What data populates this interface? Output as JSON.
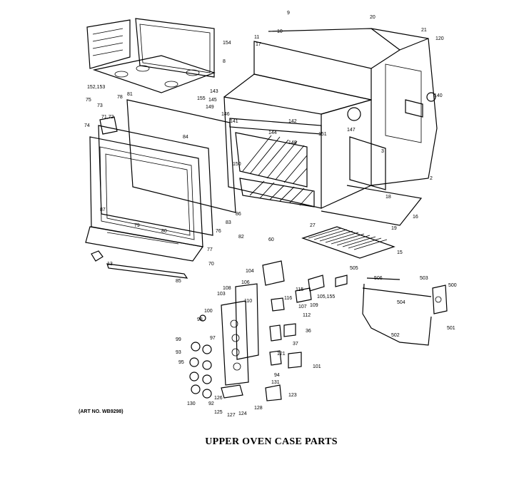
{
  "diagram": {
    "title": "UPPER OVEN CASE PARTS",
    "art_no": "(ART NO. WB9298)",
    "colors": {
      "ink": "#000000",
      "paper": "#ffffff"
    },
    "callouts": [
      {
        "id": "c154",
        "text": "154"
      },
      {
        "id": "c152",
        "text": "152,153"
      },
      {
        "id": "c155",
        "text": "155"
      },
      {
        "id": "c75",
        "text": "75"
      },
      {
        "id": "c73",
        "text": "73"
      },
      {
        "id": "c74",
        "text": "74"
      },
      {
        "id": "c71",
        "text": "71,72"
      },
      {
        "id": "c81",
        "text": "81"
      },
      {
        "id": "c78",
        "text": "78"
      },
      {
        "id": "c84",
        "text": "84"
      },
      {
        "id": "c87",
        "text": "87"
      },
      {
        "id": "c79",
        "text": "79"
      },
      {
        "id": "c80",
        "text": "80"
      },
      {
        "id": "c86",
        "text": "86"
      },
      {
        "id": "c77",
        "text": "77"
      },
      {
        "id": "c70",
        "text": "70"
      },
      {
        "id": "c85",
        "text": "85"
      },
      {
        "id": "c13",
        "text": "13"
      },
      {
        "id": "c76",
        "text": "76"
      },
      {
        "id": "c82",
        "text": "82"
      },
      {
        "id": "c83",
        "text": "83"
      },
      {
        "id": "c11",
        "text": "11"
      },
      {
        "id": "c10",
        "text": "10"
      },
      {
        "id": "c9",
        "text": "9"
      },
      {
        "id": "c17",
        "text": "17"
      },
      {
        "id": "c20",
        "text": "20"
      },
      {
        "id": "c21",
        "text": "21"
      },
      {
        "id": "c120",
        "text": "120"
      },
      {
        "id": "c8",
        "text": "8"
      },
      {
        "id": "c143",
        "text": "143"
      },
      {
        "id": "c149",
        "text": "149"
      },
      {
        "id": "c145",
        "text": "145"
      },
      {
        "id": "c146",
        "text": "146"
      },
      {
        "id": "c141",
        "text": "141"
      },
      {
        "id": "c142",
        "text": "142"
      },
      {
        "id": "c144",
        "text": "144"
      },
      {
        "id": "c147",
        "text": "147"
      },
      {
        "id": "c148",
        "text": "148"
      },
      {
        "id": "c150",
        "text": "150"
      },
      {
        "id": "c151",
        "text": "151"
      },
      {
        "id": "c3",
        "text": "3"
      },
      {
        "id": "c2",
        "text": "2"
      },
      {
        "id": "c18",
        "text": "18"
      },
      {
        "id": "c19",
        "text": "19"
      },
      {
        "id": "c16",
        "text": "16"
      },
      {
        "id": "c27",
        "text": "27"
      },
      {
        "id": "c15",
        "text": "15"
      },
      {
        "id": "c140",
        "text": "140"
      },
      {
        "id": "c60",
        "text": "60"
      },
      {
        "id": "c104",
        "text": "104"
      },
      {
        "id": "c505",
        "text": "505"
      },
      {
        "id": "c506",
        "text": "506"
      },
      {
        "id": "c503",
        "text": "503"
      },
      {
        "id": "c504",
        "text": "504"
      },
      {
        "id": "c500",
        "text": "500"
      },
      {
        "id": "c501",
        "text": "501"
      },
      {
        "id": "c502",
        "text": "502"
      },
      {
        "id": "c108",
        "text": "108"
      },
      {
        "id": "c106",
        "text": "106"
      },
      {
        "id": "c116",
        "text": "116"
      },
      {
        "id": "c115",
        "text": "115"
      },
      {
        "id": "c107",
        "text": "107"
      },
      {
        "id": "c109",
        "text": "109"
      },
      {
        "id": "c105",
        "text": "105,155"
      },
      {
        "id": "c103",
        "text": "103"
      },
      {
        "id": "c110",
        "text": "110"
      },
      {
        "id": "c112",
        "text": "112"
      },
      {
        "id": "c100",
        "text": "100"
      },
      {
        "id": "c101",
        "text": "101"
      },
      {
        "id": "c36",
        "text": "36"
      },
      {
        "id": "c37",
        "text": "37"
      },
      {
        "id": "c121",
        "text": "121"
      },
      {
        "id": "c98",
        "text": "98"
      },
      {
        "id": "c99",
        "text": "99"
      },
      {
        "id": "c97",
        "text": "97"
      },
      {
        "id": "c93",
        "text": "93"
      },
      {
        "id": "c94",
        "text": "94"
      },
      {
        "id": "c131",
        "text": "131"
      },
      {
        "id": "c125",
        "text": "125"
      },
      {
        "id": "c126",
        "text": "126"
      },
      {
        "id": "c127",
        "text": "127"
      },
      {
        "id": "c124",
        "text": "124"
      },
      {
        "id": "c128",
        "text": "128"
      },
      {
        "id": "c95",
        "text": "95"
      },
      {
        "id": "c92",
        "text": "92"
      },
      {
        "id": "c123",
        "text": "123"
      },
      {
        "id": "c130",
        "text": "130"
      }
    ]
  }
}
